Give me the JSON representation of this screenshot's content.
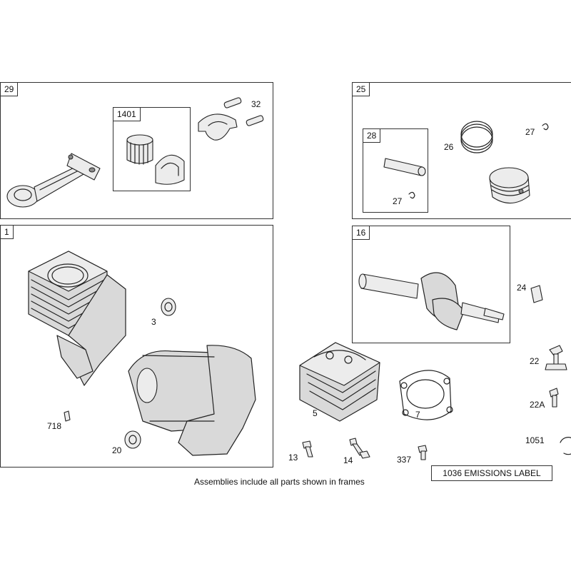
{
  "frames": {
    "f29": "29",
    "f1401": "1401",
    "f25": "25",
    "f28": "28",
    "f1": "1",
    "f16": "16"
  },
  "callouts": {
    "c32": "32",
    "c27a": "27",
    "c26": "26",
    "c27b": "27",
    "c24": "24",
    "c3": "3",
    "c22": "22",
    "c22a": "22A",
    "c5": "5",
    "c7": "7",
    "c718": "718",
    "c20": "20",
    "c1051": "1051",
    "c13": "13",
    "c14": "14",
    "c337": "337"
  },
  "footer": {
    "note": "Assemblies include all parts shown in frames",
    "emissions": "1036 EMISSIONS LABEL"
  }
}
